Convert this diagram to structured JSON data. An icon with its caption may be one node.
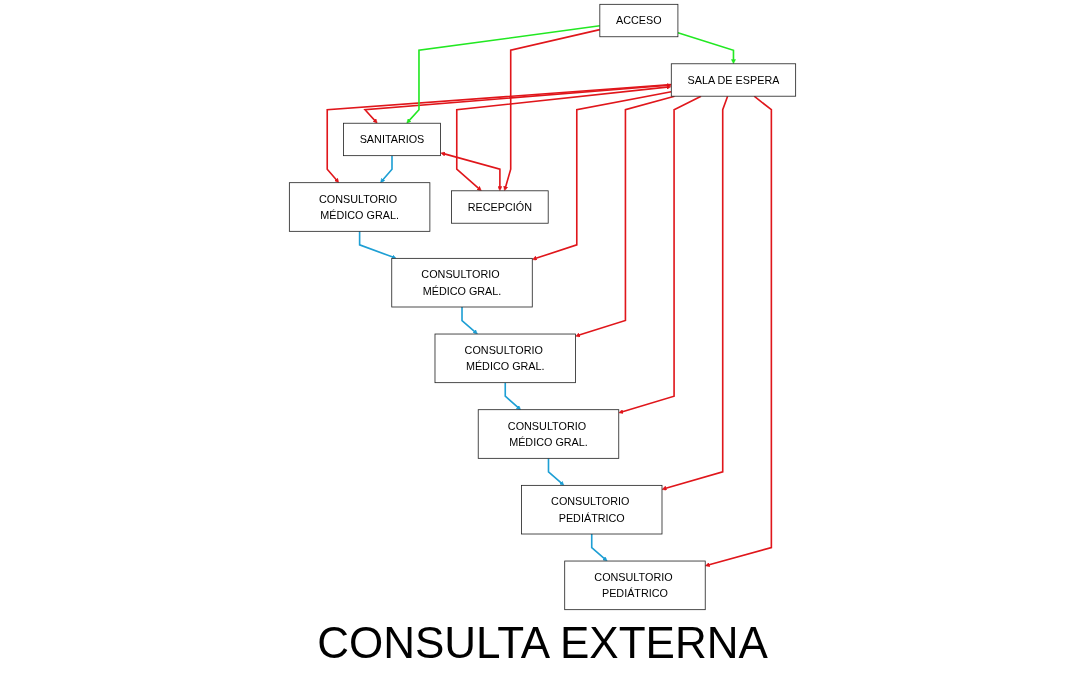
{
  "diagram": {
    "caption": "CONSULTA EXTERNA",
    "nodes": [
      {
        "text": [
          "CONSULTORIO MÉDICO GRAL."
        ]
      },
      {
        "text": [
          "CONSULTORIO MÉDICO GRAL."
        ]
      },
      {
        "text": [
          "CONSULTORIO MÉDICO GRAL."
        ]
      },
      {
        "text": [
          "CONSULTORIO MÉDICO GRAL."
        ]
      },
      {
        "text": [
          "CONSULTORIO PEDIÁTRICO"
        ]
      },
      {
        "text": [
          "CONSULTORIO PEDIÁTRICO"
        ]
      },
      {
        "text": [
          "SALA DE ESPERA"
        ]
      },
      {
        "text": [
          "SANITARIOS"
        ]
      },
      {
        "text": [
          "RECEPCIÓN"
        ]
      },
      {
        "text": [
          "ACCESO"
        ]
      }
    ],
    "edges": [
      {
        "from": 3,
        "to": 2,
        "arrow": "to",
        "color": "#1e9fd4"
      },
      {
        "from": 2,
        "to": 1,
        "arrow": "to",
        "color": "#1e9fd4"
      },
      {
        "from": 1,
        "to": 0,
        "arrow": "to",
        "color": "#1e9fd4"
      },
      {
        "from": 0,
        "to": 4,
        "arrow": "to",
        "color": "#1e9fd4"
      },
      {
        "from": 4,
        "to": 5,
        "arrow": "to",
        "color": "#1e9fd4"
      },
      {
        "from": 6,
        "to": 0,
        "arrow": "to"
      },
      {
        "from": 6,
        "to": 1,
        "arrow": "to"
      },
      {
        "from": 6,
        "to": 2,
        "arrow": "to"
      },
      {
        "from": 6,
        "to": 3,
        "arrow": "to"
      },
      {
        "from": 6,
        "to": 4,
        "arrow": "to"
      },
      {
        "from": 6,
        "to": 5,
        "arrow": "to"
      },
      {
        "from": 6,
        "to": 7,
        "arrow": "both"
      },
      {
        "from": 7,
        "to": 3,
        "arrow": "to",
        "color": "#1e9fd4"
      },
      {
        "from": 6,
        "to": 8,
        "arrow": "both"
      },
      {
        "from": 7,
        "to": 8,
        "arrow": "both"
      },
      {
        "from": 9,
        "to": 8,
        "arrow": "to"
      },
      {
        "from": 9,
        "to": 6,
        "arrow": "to",
        "color": "#22e822"
      },
      {
        "from": 9,
        "to": 7,
        "arrow": "to",
        "color": "#22e822"
      }
    ]
  }
}
